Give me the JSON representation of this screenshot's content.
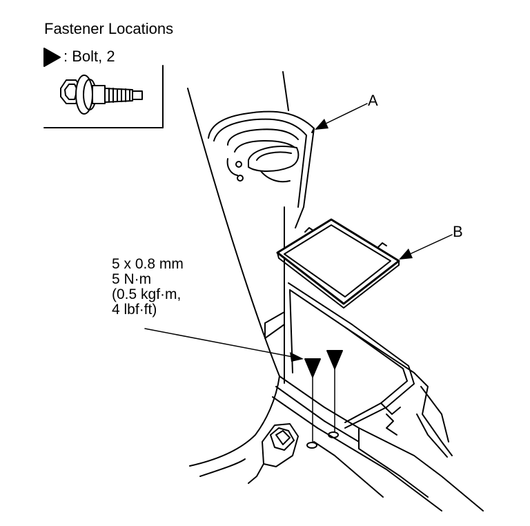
{
  "title": "Fastener Locations",
  "legend": {
    "symbol_icon": "triangle-marker-icon",
    "text": ": Bolt, 2"
  },
  "spec": {
    "line1": "5 x 0.8 mm",
    "line2": "5 N·m",
    "line3": "(0.5 kgf·m,",
    "line4": "4 lbf·ft)"
  },
  "callouts": {
    "a": "A",
    "b": "B"
  }
}
